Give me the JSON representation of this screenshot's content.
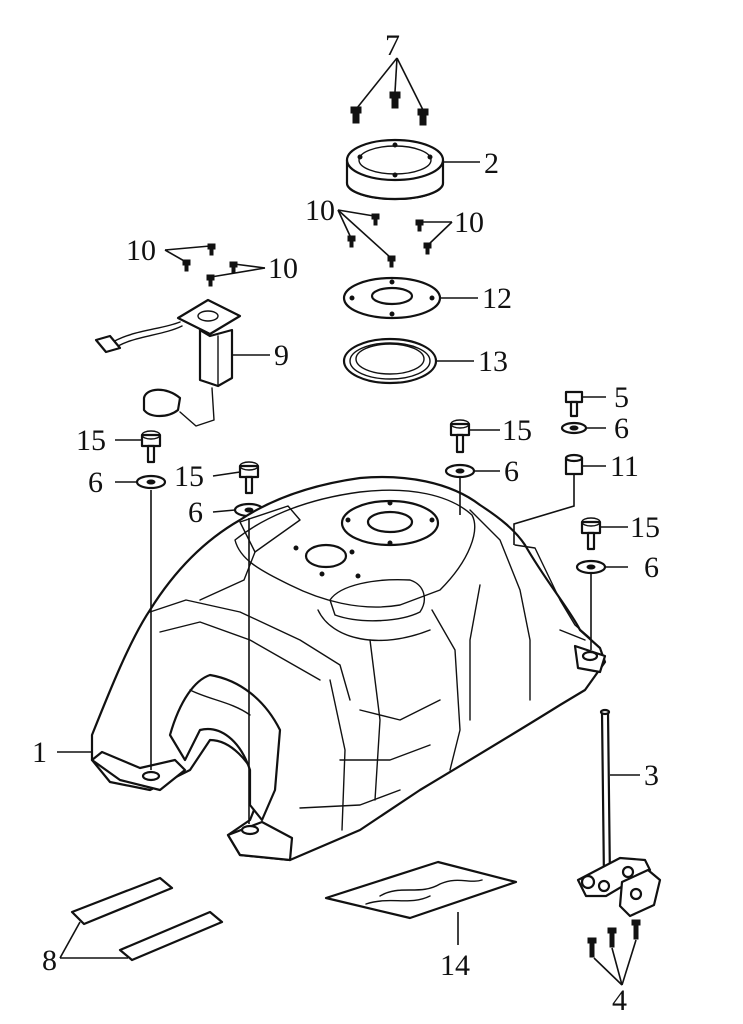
{
  "callouts": {
    "c1": "1",
    "c2": "2",
    "c3": "3",
    "c4": "4",
    "c5": "5",
    "c6a": "6",
    "c6b": "6",
    "c6c": "6",
    "c6d": "6",
    "c6e": "6",
    "c7": "7",
    "c8": "8",
    "c9": "9",
    "c10a": "10",
    "c10b": "10",
    "c10c": "10",
    "c10d": "10",
    "c11": "11",
    "c12": "12",
    "c13": "13",
    "c14": "14",
    "c15a": "15",
    "c15b": "15",
    "c15c": "15",
    "c15d": "15"
  }
}
